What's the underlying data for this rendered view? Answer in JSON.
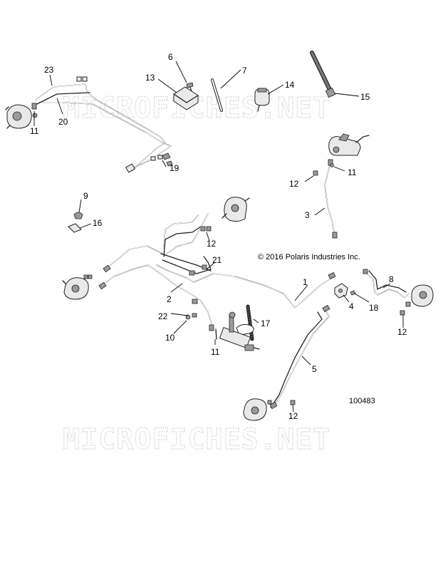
{
  "watermark": {
    "text": "MICROFICHES.NET"
  },
  "copyright": "© 2016 Polaris Industries Inc.",
  "figure_number": "100483",
  "callouts": {
    "c1": "1",
    "c2": "2",
    "c3": "3",
    "c4": "4",
    "c5": "5",
    "c6": "6",
    "c7": "7",
    "c8": "8",
    "c9": "9",
    "c10": "10",
    "c11a": "11",
    "c11b": "11",
    "c11c": "11",
    "c12a": "12",
    "c12b": "12",
    "c12c": "12",
    "c12d": "12",
    "c13": "13",
    "c14": "14",
    "c15": "15",
    "c16": "16",
    "c17": "17",
    "c18": "18",
    "c19": "19",
    "c20": "20",
    "c21": "21",
    "c22": "22",
    "c23": "23"
  }
}
